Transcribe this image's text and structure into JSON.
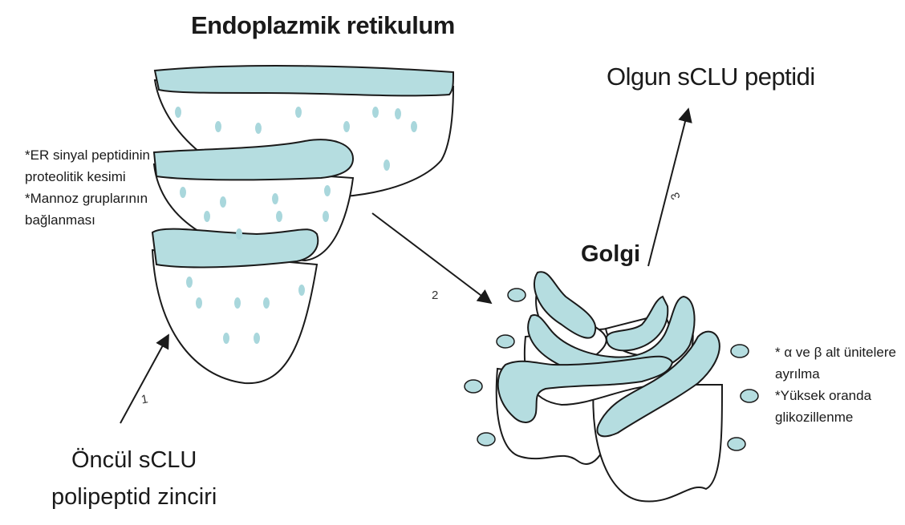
{
  "titles": {
    "er": "Endoplazmik retikulum",
    "golgi": "Golgi",
    "mature": "Olgun sCLU peptidi",
    "precursor": [
      "Öncül sCLU",
      "polipeptid zinciri"
    ]
  },
  "er_notes": [
    "*ER sinyal peptidinin",
    "proteolitik kesimi",
    "*Mannoz gruplarının",
    "bağlanması"
  ],
  "golgi_notes": [
    "* α ve β alt ünitelere",
    "ayrılma",
    "*Yüksek oranda",
    "glikozillenme"
  ],
  "steps": [
    "1",
    "2",
    "3"
  ],
  "colors": {
    "lumen": "#b5dde0",
    "outline": "#1a1a1a",
    "droplet": "#a9d7dc"
  }
}
